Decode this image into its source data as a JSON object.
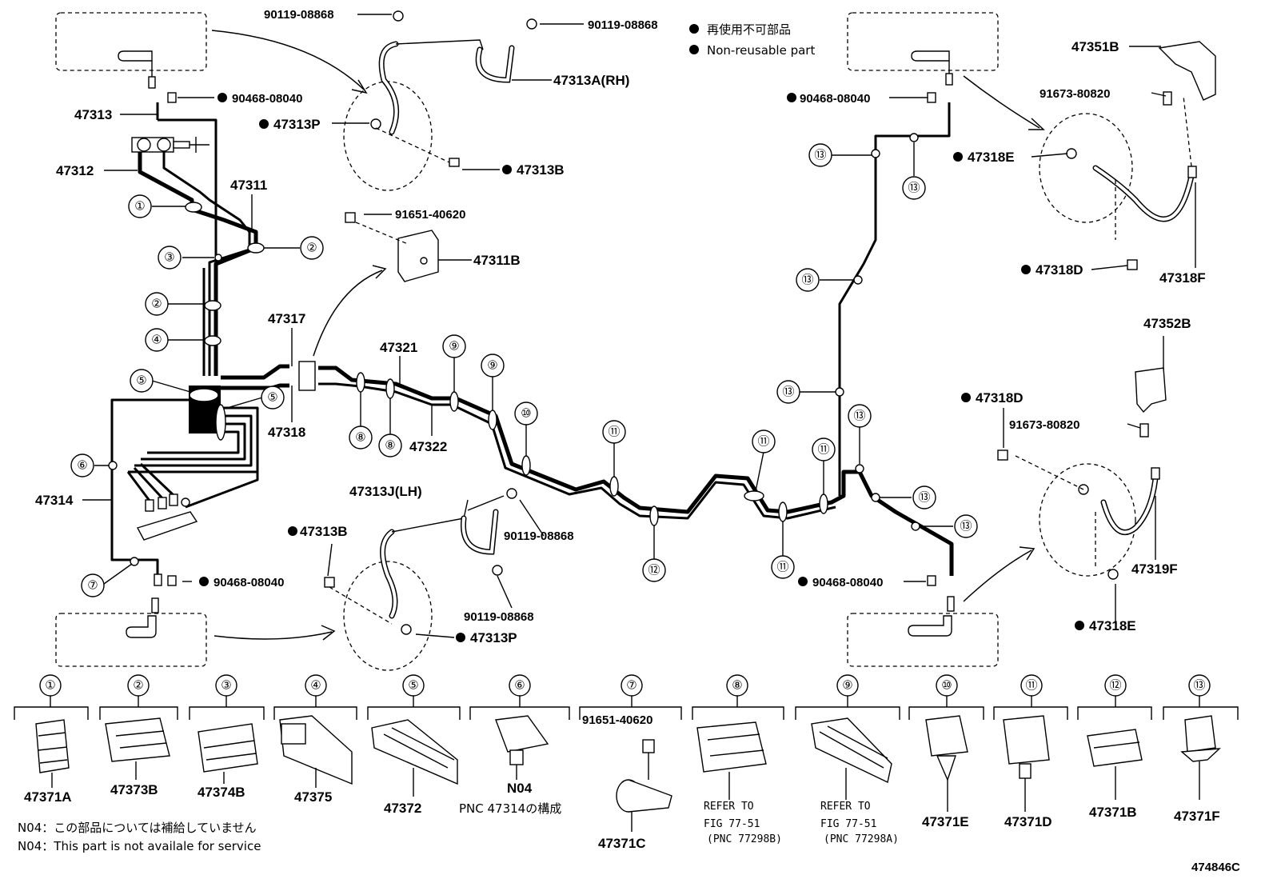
{
  "notes": {
    "jp_nonreusable": "再使用不可部品",
    "en_nonreusable": "Non-reusable part",
    "n04_jp": "N04：この部品については補給していません",
    "n04_en": "N04：This part is not availale for service",
    "figure_id": "474846C"
  },
  "part_labels": {
    "p47313": "47313",
    "p47312": "47312",
    "p47311": "47311",
    "p47314": "47314",
    "p47317": "47317",
    "p47318": "47318",
    "p47321": "47321",
    "p47322": "47322",
    "p47313A": "47313A(RH)",
    "p47313P_top": "47313P",
    "p47313B_top": "47313B",
    "p47311B": "47311B",
    "p47313J": "47313J(LH)",
    "p47313B_bot": "47313B",
    "p47313P_bot": "47313P",
    "p47351B": "47351B",
    "p47318E_top": "47318E",
    "p47318D_top": "47318D",
    "p47318F": "47318F",
    "p47352B": "47352B",
    "p47318D_bot": "47318D",
    "p47319F": "47319F",
    "p47318E_bot": "47318E",
    "b90119_a": "90119-08868",
    "b90119_b": "90119-08868",
    "b90119_c": "90119-08868",
    "b90119_d": "90119-08868",
    "b90468_tl": "90468-08040",
    "b90468_bl": "90468-08040",
    "b90468_tr": "90468-08040",
    "b90468_br": "90468-08040",
    "b91651": "91651-40620",
    "b91673_a": "91673-80820",
    "b91673_b": "91673-80820"
  },
  "legend": [
    {
      "num": "①",
      "part": "47371A"
    },
    {
      "num": "②",
      "part": "47373B"
    },
    {
      "num": "③",
      "part": "47374B"
    },
    {
      "num": "④",
      "part": "47375"
    },
    {
      "num": "⑤",
      "part": "47372"
    },
    {
      "num": "⑥",
      "part": "N04",
      "sub": "PNC 47314の構成"
    },
    {
      "num": "⑦",
      "part": "47371C",
      "top": "91651-40620"
    },
    {
      "num": "⑧",
      "ref1": "REFER TO",
      "ref2": "FIG 77-51",
      "ref3": "(PNC 77298B)"
    },
    {
      "num": "⑨",
      "ref1": "REFER TO",
      "ref2": "FIG 77-51",
      "ref3": "(PNC 77298A)"
    },
    {
      "num": "⑩",
      "part": "47371E"
    },
    {
      "num": "⑪",
      "part": "47371D"
    },
    {
      "num": "⑫",
      "part": "47371B"
    },
    {
      "num": "⑬",
      "part": "47371F"
    }
  ],
  "callouts": {
    "c1": "①",
    "c2": "②",
    "c3": "③",
    "c4": "④",
    "c5": "⑤",
    "c6": "⑥",
    "c7": "⑦",
    "c8": "⑧",
    "c9": "⑨",
    "c10": "⑩",
    "c11": "⑪",
    "c12": "⑫",
    "c13": "⑬"
  }
}
